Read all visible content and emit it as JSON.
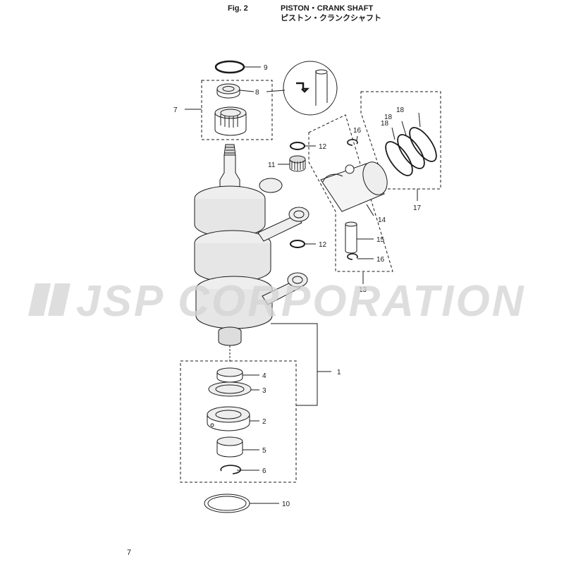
{
  "header": {
    "figure_label": "Fig. 2",
    "title_en": "PISTON・CRANK SHAFT",
    "title_jp": "ピストン・クランクシャフト"
  },
  "watermark": "JSP CORPORATION",
  "page_number": "7",
  "callouts": {
    "c1": "1",
    "c2": "2",
    "c3": "3",
    "c4": "4",
    "c5": "5",
    "c6": "6",
    "c7": "7",
    "c8": "8",
    "c9": "9",
    "c10": "10",
    "c11": "11",
    "c12a": "12",
    "c12b": "12",
    "c13": "13",
    "c14": "14",
    "c15": "15",
    "c16a": "16",
    "c16b": "16",
    "c17": "17",
    "c18a": "18",
    "c18b": "18",
    "c18c": "18"
  },
  "colors": {
    "line": "#1a1a1a",
    "part_fill": "#eeeeee",
    "watermark": "#d4d4d4"
  }
}
